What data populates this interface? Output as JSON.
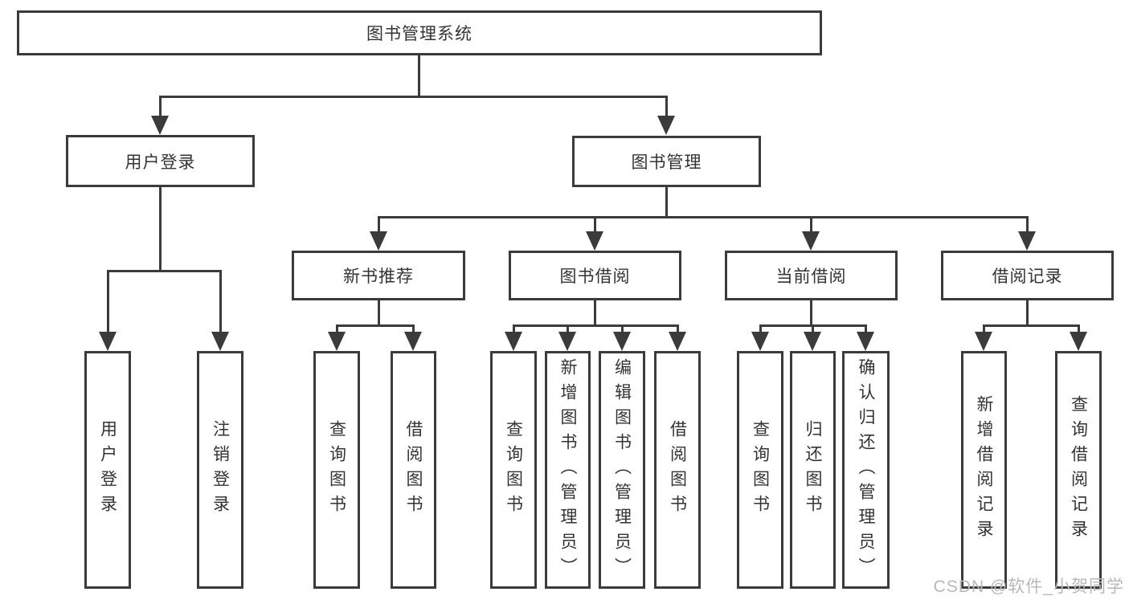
{
  "tree": {
    "root": {
      "label": "图书管理系统"
    },
    "children": [
      {
        "label": "用户登录",
        "children": [
          {
            "label": "用户登录"
          },
          {
            "label": "注销登录"
          }
        ]
      },
      {
        "label": "图书管理",
        "children": [
          {
            "label": "新书推荐",
            "children": [
              {
                "label": "查询图书"
              },
              {
                "label": "借阅图书"
              }
            ]
          },
          {
            "label": "图书借阅",
            "children": [
              {
                "label": "查询图书"
              },
              {
                "label": "新增图书（管理员）"
              },
              {
                "label": "编辑图书（管理员）"
              },
              {
                "label": "借阅图书"
              }
            ]
          },
          {
            "label": "当前借阅",
            "children": [
              {
                "label": "查询图书"
              },
              {
                "label": "归还图书"
              },
              {
                "label": "确认归还（管理员）"
              }
            ]
          },
          {
            "label": "借阅记录",
            "children": [
              {
                "label": "新增借阅记录"
              },
              {
                "label": "查询借阅记录"
              }
            ]
          }
        ]
      }
    ]
  },
  "watermark": {
    "text": "CSDN @软件_小贺同学",
    "color": "#b8b8b8"
  },
  "colors": {
    "line": "#3b3b3b",
    "text": "#333333",
    "background": "#ffffff"
  }
}
